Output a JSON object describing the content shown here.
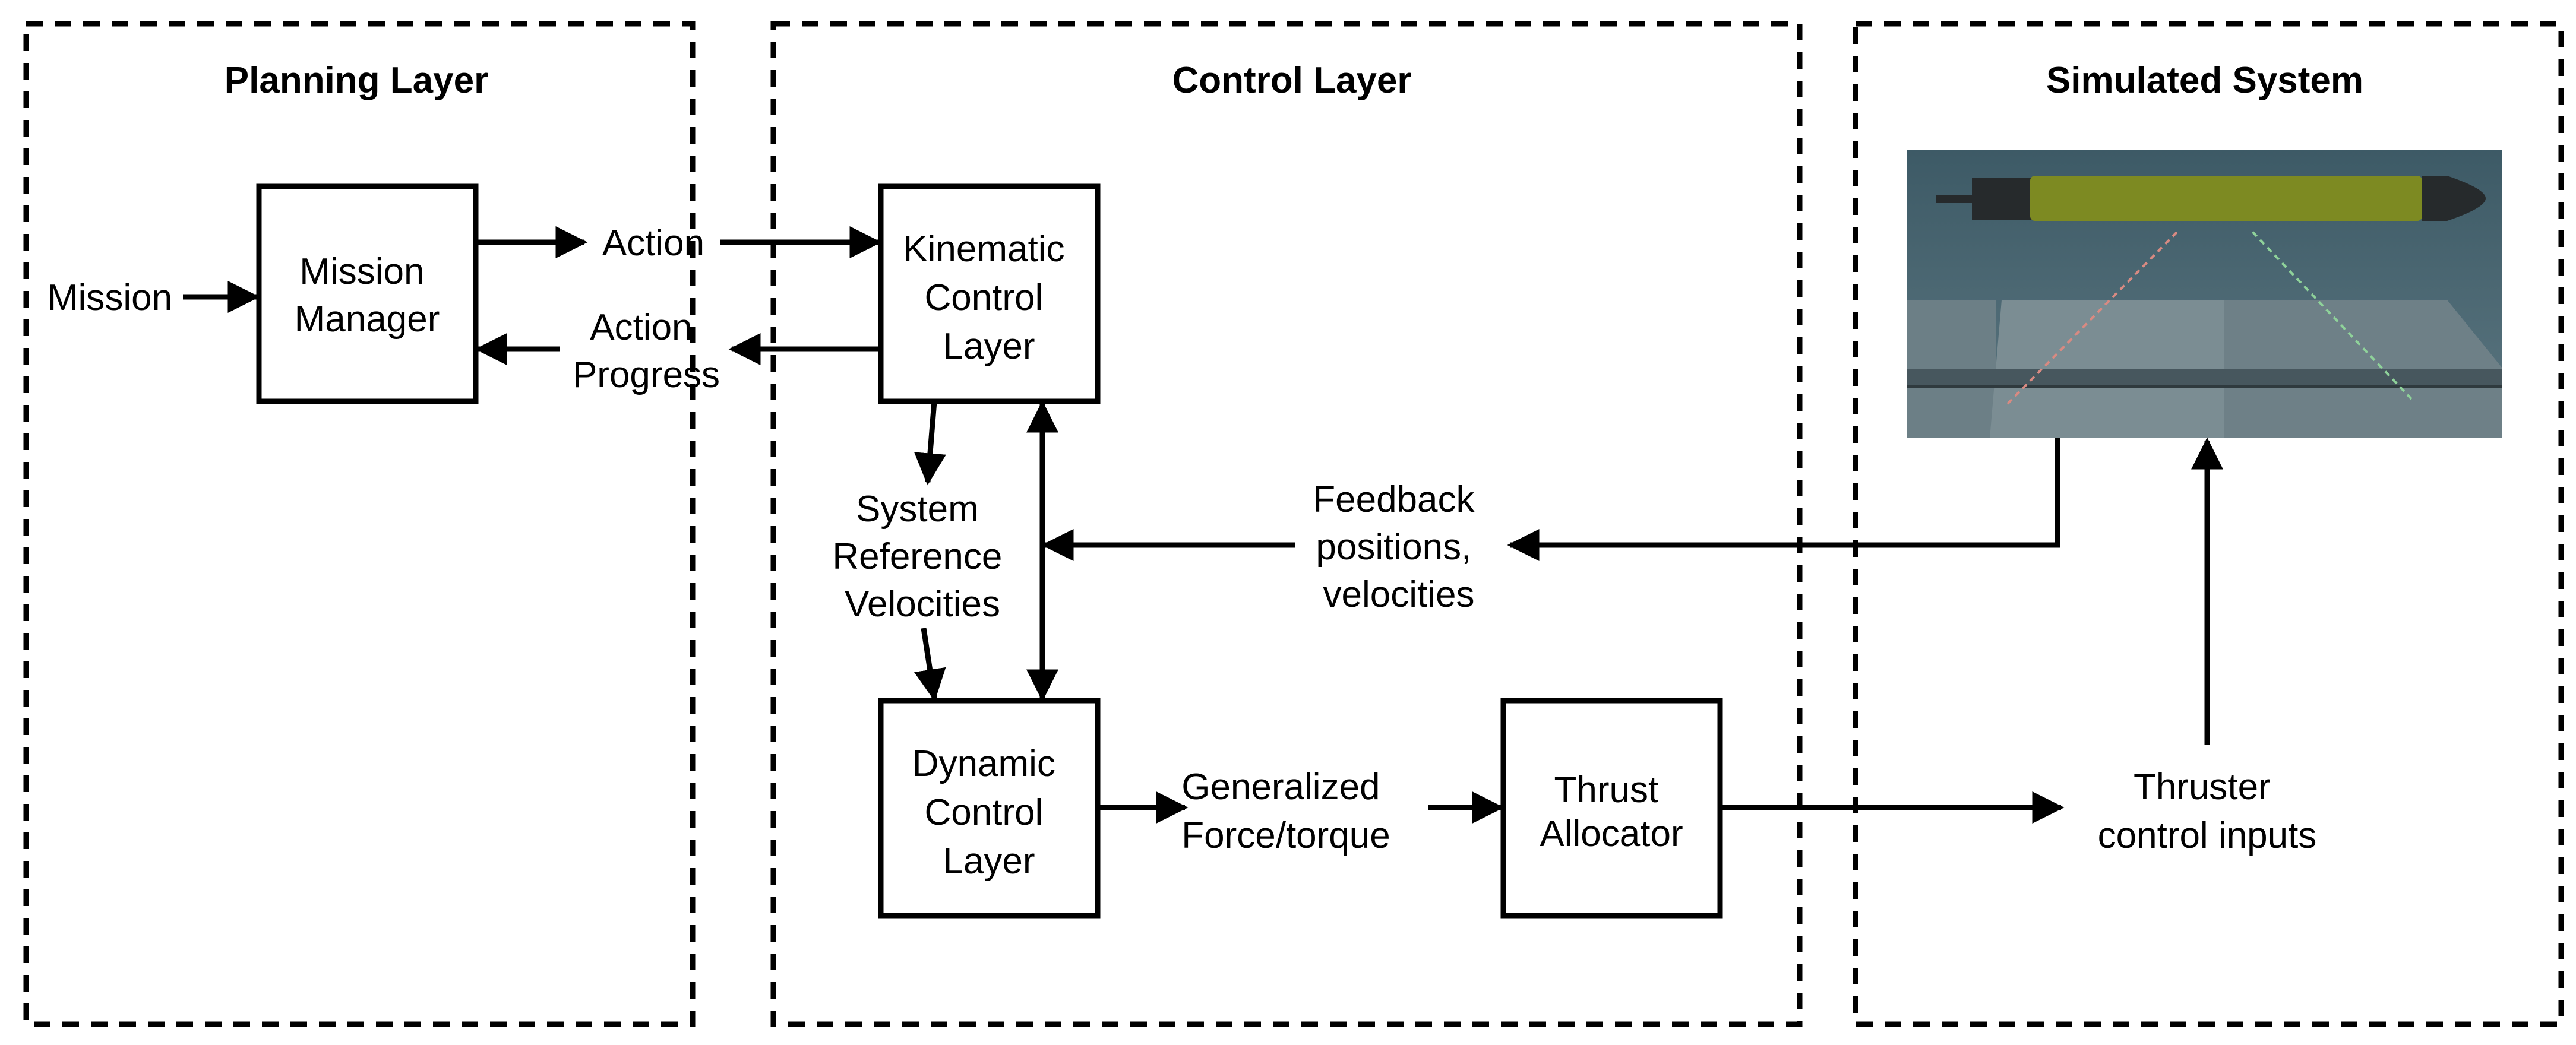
{
  "layers": {
    "planning": "Planning Layer",
    "control": "Control Layer",
    "simulated": "Simulated System"
  },
  "boxes": {
    "mission_manager": [
      "Mission",
      "Manager"
    ],
    "kinematic": [
      "Kinematic",
      "Control",
      "Layer"
    ],
    "dynamic": [
      "Dynamic",
      "Control",
      "Layer"
    ],
    "thrust": [
      "Thrust",
      "Allocator"
    ]
  },
  "labels": {
    "mission": "Mission",
    "action": "Action",
    "action_progress": [
      "Action",
      "Progress"
    ],
    "system_ref": [
      "System",
      "Reference",
      "Velocities"
    ],
    "feedback": [
      "Feedback",
      "positions,",
      "velocities"
    ],
    "generalized": [
      "Generalized",
      "Force/torque"
    ],
    "thruster_inputs": [
      "Thruster",
      "control inputs"
    ]
  },
  "colors": {
    "line": "#000000",
    "water_top": "#3d5a66",
    "water_bottom": "#5b7680",
    "seabed": "#6c7f86",
    "vehicle_body": "#7d8a22",
    "vehicle_cap": "#262a2c",
    "pipe": "#47575e",
    "laser_red": "#d88a82",
    "laser_green": "#8fd29a"
  }
}
